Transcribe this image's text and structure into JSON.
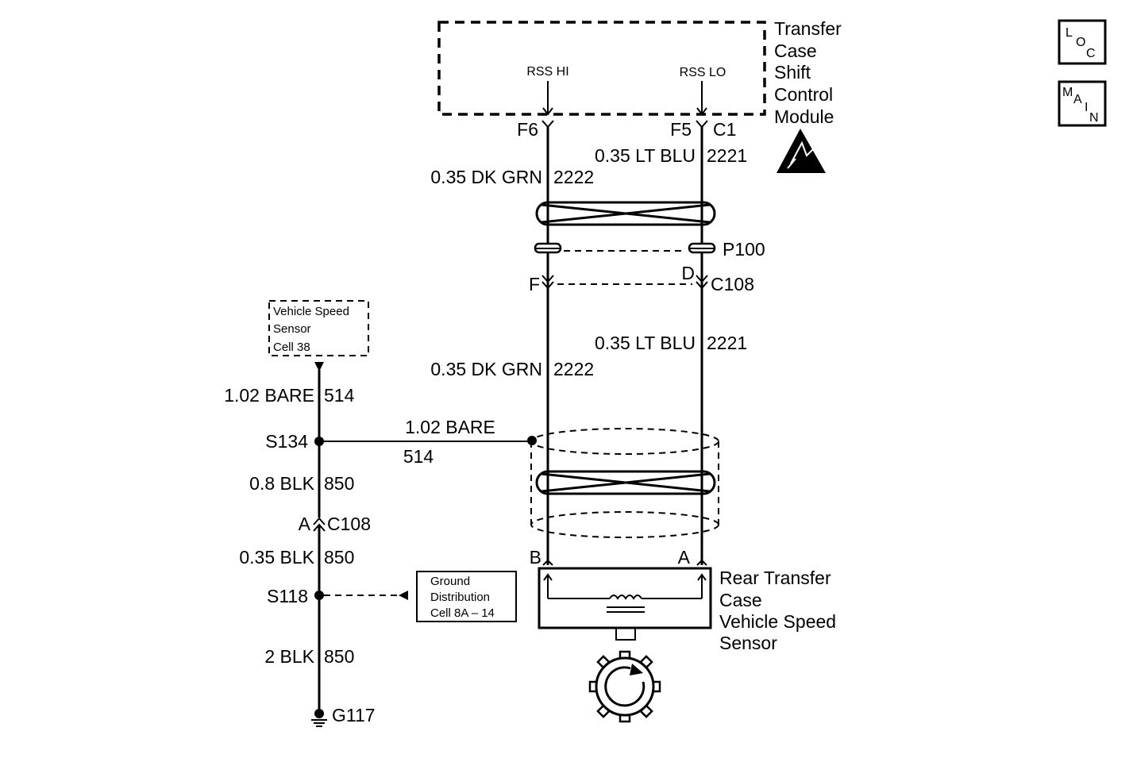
{
  "module": {
    "title_lines": [
      "Transfer",
      "Case",
      "Shift",
      "Control",
      "Module"
    ],
    "pin_hi": "RSS HI",
    "pin_lo": "RSS LO",
    "conn_hi": "F6",
    "conn_lo": "F5",
    "conn_id": "C1"
  },
  "wires": {
    "dkgrn_upper": {
      "gauge_color": "0.35 DK GRN",
      "circuit": "2222"
    },
    "ltblu_upper": {
      "gauge_color": "0.35 LT BLU",
      "circuit": "2221"
    },
    "dkgrn_lower": {
      "gauge_color": "0.35 DK GRN",
      "circuit": "2222"
    },
    "ltblu_lower": {
      "gauge_color": "0.35 LT BLU",
      "circuit": "2221"
    },
    "bare_upper": {
      "gauge_color": "1.02 BARE",
      "circuit": "514"
    },
    "bare_drain": {
      "gauge_color": "1.02 BARE",
      "circuit": "514"
    },
    "blk_08": {
      "gauge_color": "0.8 BLK",
      "circuit": "850"
    },
    "blk_035": {
      "gauge_color": "0.35 BLK",
      "circuit": "850"
    },
    "blk_2": {
      "gauge_color": "2 BLK",
      "circuit": "850"
    }
  },
  "passthrough": {
    "label": "P100"
  },
  "connector_c108": {
    "label": "C108",
    "pin_left": "F",
    "pin_right": "D"
  },
  "connector_c108_ground": {
    "label": "C108",
    "pin": "A"
  },
  "splices": {
    "s134": "S134",
    "s118": "S118"
  },
  "ground": {
    "label": "G117"
  },
  "refs": {
    "vss": [
      "Vehicle Speed",
      "Sensor",
      "Cell 38"
    ],
    "ground_dist": [
      "Ground",
      "Distribution",
      "Cell 8A – 14"
    ]
  },
  "sensor": {
    "title_lines": [
      "Rear Transfer",
      "Case",
      "Vehicle Speed",
      "Sensor"
    ],
    "pin_b": "B",
    "pin_a": "A"
  },
  "nav": {
    "loc": [
      "L",
      "O",
      "C"
    ],
    "main": [
      "M",
      "A",
      "I",
      "N"
    ]
  }
}
